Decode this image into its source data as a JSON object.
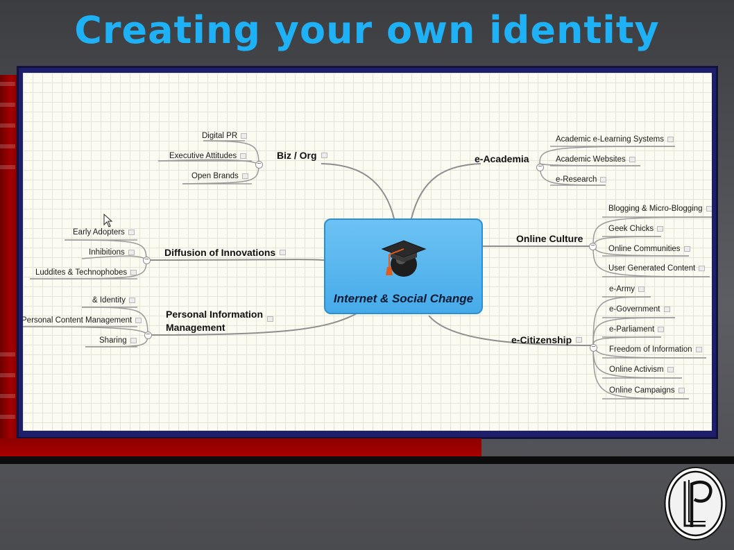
{
  "slide": {
    "title": "Creating your own identity"
  },
  "mindmap": {
    "central": {
      "label": "Internet & Social Change",
      "icon": "graduation-cap-icon"
    },
    "branches": [
      {
        "label": "Biz / Org",
        "children": [
          "Digital PR",
          "Executive Attitudes",
          "Open Brands"
        ]
      },
      {
        "label": "Diffusion of Innovations",
        "children": [
          "Early Adopters",
          "Inhibitions",
          "Luddites & Technophobes"
        ]
      },
      {
        "label_line1": "Personal Information",
        "label_line2": "Management",
        "children": [
          "& Identity",
          "Personal Content Management",
          "Sharing"
        ]
      },
      {
        "label": "e-Academia",
        "children": [
          "Academic e-Learning Systems",
          "Academic Websites",
          "e-Research"
        ]
      },
      {
        "label": "Online Culture",
        "children": [
          "Blogging & Micro-Blogging",
          "Geek Chicks",
          "Online Communities",
          "User Generated Content"
        ]
      },
      {
        "label": "e-Citizenship",
        "children": [
          "e-Army",
          "e-Government",
          "e-Parliament",
          "Freedom of Information",
          "Online Activism",
          "Online Campaigns"
        ]
      }
    ],
    "toggle_symbol": "−"
  },
  "colors": {
    "title": "#1fb1f6",
    "central_fill": "#47abea",
    "red_accent": "#a30000",
    "frame": "#1d1f6a"
  },
  "logo": {
    "lettering": "LP"
  }
}
